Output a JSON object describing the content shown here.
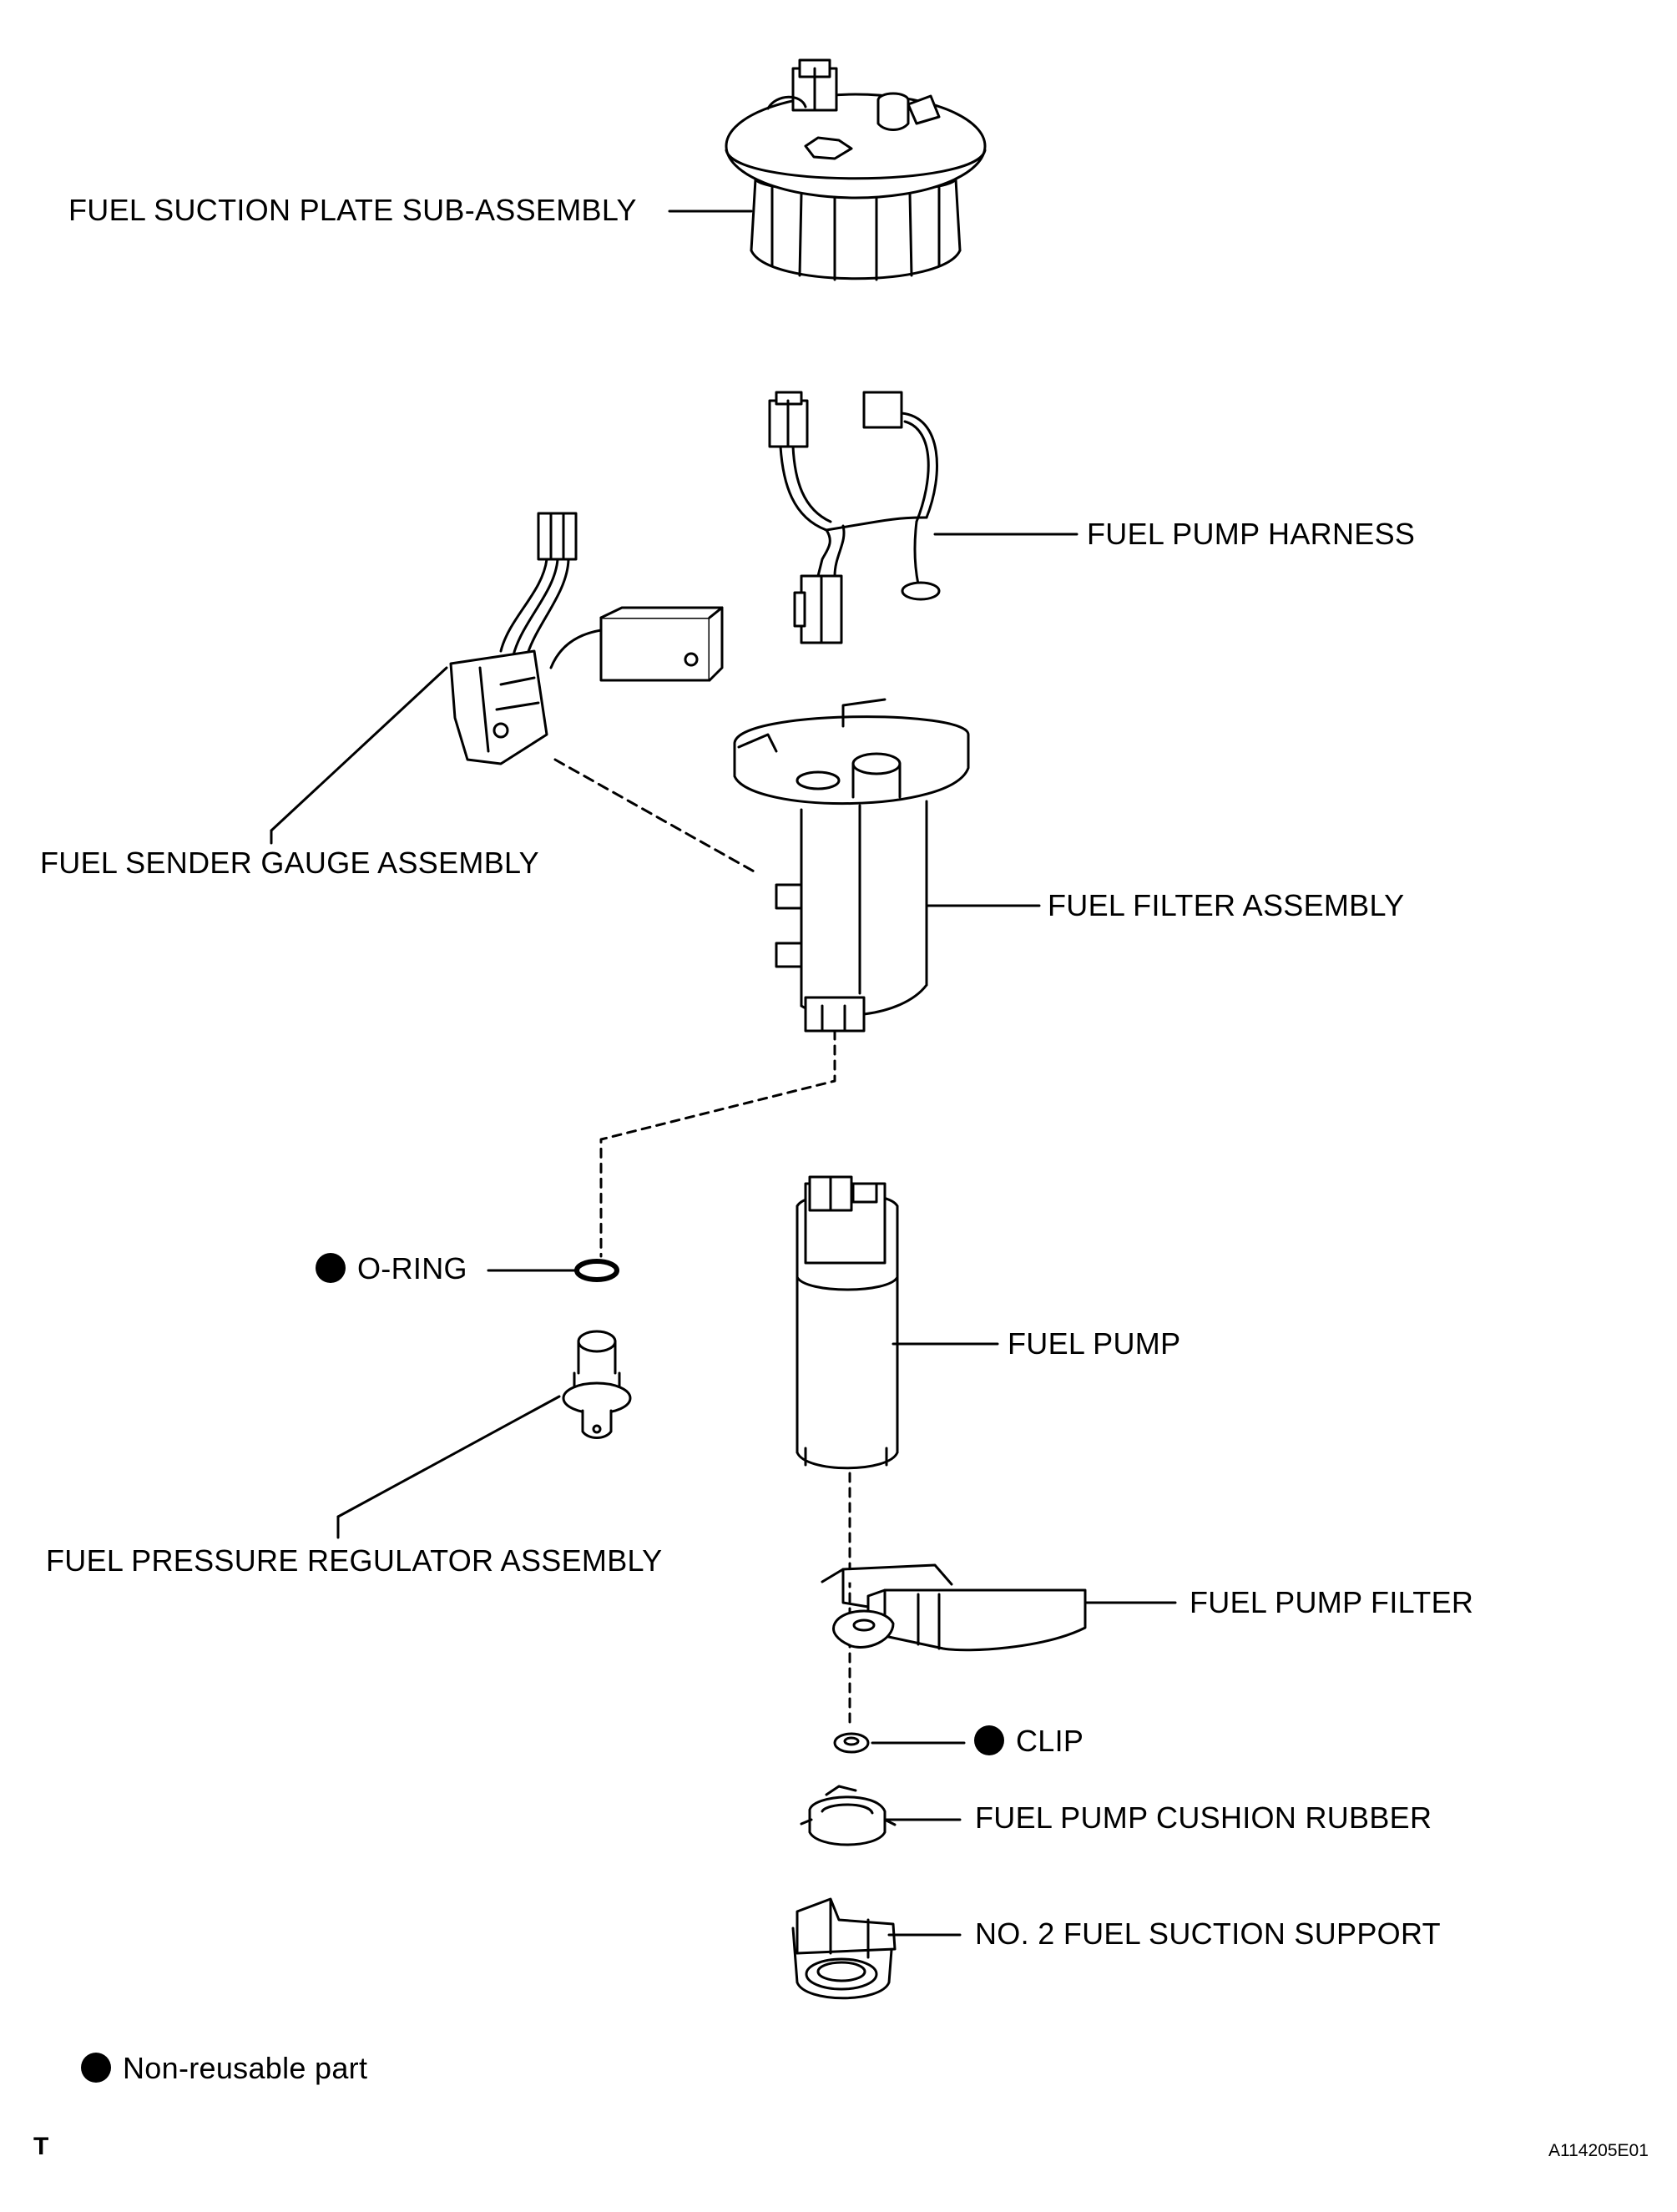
{
  "labels": {
    "fuel_suction_plate": "FUEL SUCTION PLATE SUB-ASSEMBLY",
    "fuel_pump_harness": "FUEL PUMP HARNESS",
    "fuel_sender_gauge": "FUEL SENDER GAUGE ASSEMBLY",
    "fuel_filter": "FUEL FILTER ASSEMBLY",
    "o_ring": "O-RING",
    "fuel_pump": "FUEL PUMP",
    "fuel_pressure_regulator": "FUEL PRESSURE REGULATOR ASSEMBLY",
    "fuel_pump_filter": "FUEL PUMP FILTER",
    "clip": "CLIP",
    "fuel_pump_cushion_rubber": "FUEL PUMP CUSHION RUBBER",
    "no2_fuel_suction_support": "NO. 2 FUEL SUCTION SUPPORT"
  },
  "legend": {
    "non_reusable": "Non-reusable part"
  },
  "footer": {
    "left_mark": "T",
    "figure_id": "A114205E01"
  }
}
